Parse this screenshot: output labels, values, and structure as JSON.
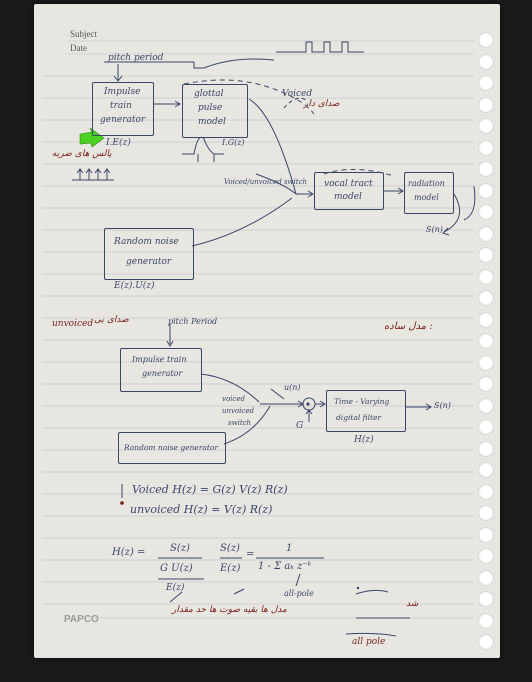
{
  "header": {
    "subject_label": "Subject",
    "date_label": "Date"
  },
  "brand": "PAPCO",
  "section1": {
    "pitch_period": "pitch period",
    "impulse_box": [
      "Impulse",
      "train",
      "generator"
    ],
    "glottal_box": [
      "glottal",
      "pulse",
      "model"
    ],
    "vocal_box": [
      "vocal tract",
      "model"
    ],
    "radiation_box": [
      "radiation",
      "model"
    ],
    "noise_box": [
      "Random noise",
      "generator"
    ],
    "i_e": "I.E(z)",
    "g_i": "I.G(z)",
    "e_u": "E(z).U(z)",
    "voiced": "Voiced",
    "switch": "Voiced/unvoiced switch",
    "snv": "S(n)",
    "arabic_1": "پالس های ضربه",
    "arabic_2": "صدای دار"
  },
  "section2": {
    "unvoiced_note": "unvoiced",
    "arabic_left": "صدای بی",
    "arabic_right": "مدل ساده :",
    "pitch_period": "pitch Period",
    "impulse_box": [
      "Impulse train",
      "generator"
    ],
    "noise_box": "Random noise generator",
    "switch": [
      "voiced",
      "unvoiced",
      "switch"
    ],
    "u_n": "u(n)",
    "g": "G",
    "tv_box": [
      "Time - Varying",
      "digital filter"
    ],
    "h_z": "H(z)",
    "s_n": "S(n)"
  },
  "equations": {
    "voiced_line": "Voiced   H(z) = G(z) V(z) R(z)",
    "unvoiced_line": "unvoiced  H(z) = V(z) R(z)",
    "h_def": "H(z) =",
    "frac1_num": "S(z)",
    "frac1_den": "G U(z)",
    "frac1_den2": "E(z)",
    "frac2_num": "S(z)",
    "frac2_den": "E(z)",
    "eq": "=",
    "frac3_num": "1",
    "frac3_den": "1 - Σ aₖ z⁻ᵏ",
    "all_pole": "all-pole",
    "arabic_bottom": "مدل ها بقیه صوت ها حد مقدار",
    "arabic_right": "شد",
    "all_pole_right": "all pole"
  }
}
